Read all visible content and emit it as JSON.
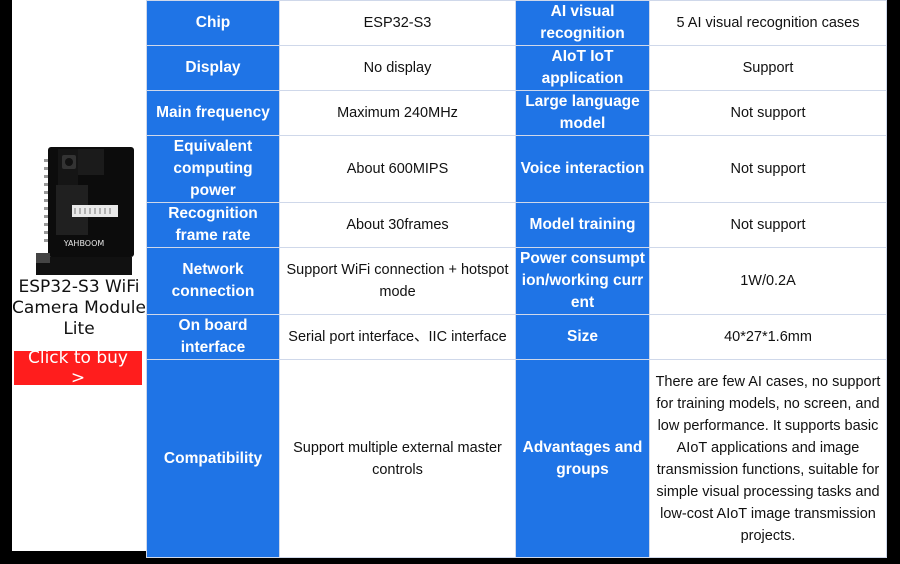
{
  "product": {
    "board_label": "YAHBOOM",
    "name": "ESP32-S3 WiFi Camera Module Lite",
    "buy_label": "Click to buy >"
  },
  "specs": [
    {
      "k1": "Chip",
      "v1": "ESP32-S3",
      "k2": "AI visual recognition",
      "v2": "5 AI visual recognition cases"
    },
    {
      "k1": "Display",
      "v1": "No display",
      "k2": "AIoT IoT application",
      "v2": "Support"
    },
    {
      "k1": "Main frequency",
      "v1": "Maximum 240MHz",
      "k2": "Large language model",
      "v2": "Not support"
    },
    {
      "k1": "Equivalent computing power",
      "v1": "About 600MIPS",
      "k2": "Voice interaction",
      "v2": "Not support"
    },
    {
      "k1": "Recognition frame rate",
      "v1": "About 30frames",
      "k2": "Model training",
      "v2": "Not support"
    },
    {
      "k1": "Network connection",
      "v1": "Support WiFi connection + hotspot mode",
      "k2": "Power consumption/working current",
      "v2": "1W/0.2A"
    },
    {
      "k1": "On board interface",
      "v1": "Serial port interface、IIC interface",
      "k2": "Size",
      "v2": "40*27*1.6mm"
    },
    {
      "k1": "Compatibility",
      "v1": "Support multiple external master controls",
      "k2": "Advantages and groups",
      "v2": "There are few AI cases, no support for training models, no screen, and low performance. It supports basic AIoT applications and image transmission functions, suitable for simple visual processing tasks and low-cost AIoT image transmission projects."
    }
  ],
  "colors": {
    "key_bg": "#1f74e6",
    "buy_bg": "#ff1d1d"
  }
}
